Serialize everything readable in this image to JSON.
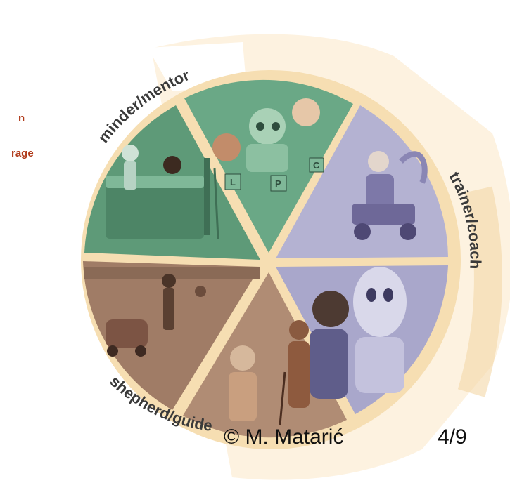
{
  "side_text": {
    "line1": "n",
    "line2": "rage"
  },
  "wheel": {
    "segments": [
      {
        "label": "minder/mentor",
        "scene": "hospital-bed-robot",
        "color": "#5e9a78"
      },
      {
        "label": "",
        "scene": "children-with-robot-blocks",
        "color": "#6aa886"
      },
      {
        "label": "trainer/coach",
        "scene": "elderly-man-wheelchair-robot",
        "color": "#b4b2d2"
      },
      {
        "label": "",
        "scene": "humanoid-robot-therapy",
        "color": "#a9a7cb"
      },
      {
        "label": "shepherd/guide",
        "scene": "robot-with-elderly-woman",
        "color": "#b08c74"
      },
      {
        "label": "",
        "scene": "people-with-robots-outdoors",
        "color": "#a07c66"
      }
    ]
  },
  "blocks": [
    "L",
    "P",
    "C"
  ],
  "footer": {
    "credit": "© M. Matarić",
    "page": "4/9"
  },
  "colors": {
    "background_accent": "#f7dcb0",
    "label_text": "#3a3a3a",
    "side_text": "#b03a1a"
  }
}
